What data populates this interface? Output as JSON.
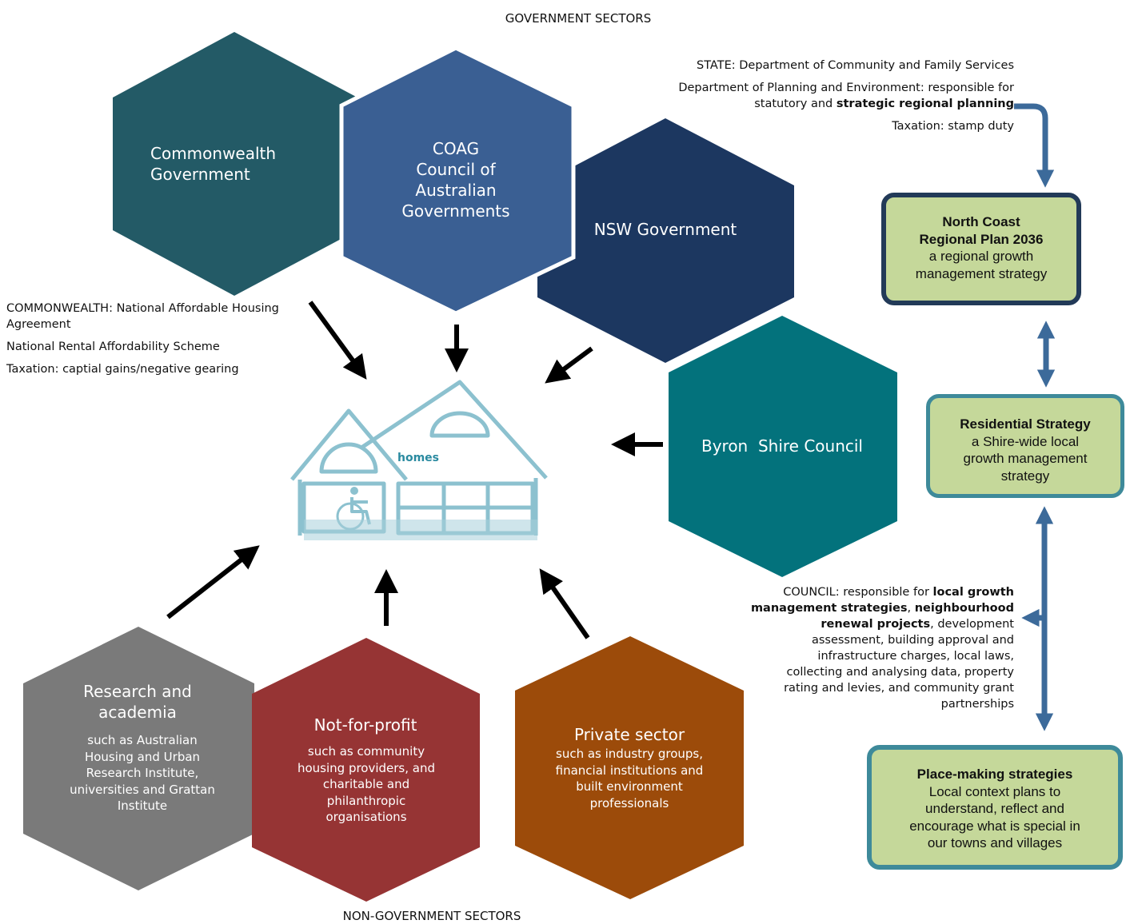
{
  "headers": {
    "government": "GOVERNMENT SECTORS",
    "non_government": "NON-GOVERNMENT SECTORS"
  },
  "hexagons": {
    "commonwealth": {
      "title": "Commonwealth\nGovernment",
      "color": "#235a66"
    },
    "coag": {
      "title": "COAG\nCouncil of\nAustralian\nGovernments",
      "color": "#3a5f93"
    },
    "nsw": {
      "title": "NSW Government",
      "color": "#1c3760"
    },
    "byron": {
      "title": "Byron  Shire Council",
      "color": "#03727c"
    },
    "research": {
      "title": "Research and\nacademia",
      "subtitle": "such as Australian\nHousing and Urban\nResearch Institute,\nuniversities and Grattan\nInstitute",
      "color": "#7a7a7a"
    },
    "nfp": {
      "title": "Not-for-profit",
      "subtitle": "such as community\nhousing providers, and\ncharitable and\nphilanthropic\norganisations",
      "color": "#963434"
    },
    "private": {
      "title": "Private sector",
      "subtitle": "such as industry groups,\nfinancial institutions and\nbuilt environment\nprofessionals",
      "color": "#9c4b0a"
    }
  },
  "home": {
    "label": "homes",
    "icon": "house-wheelchair-icon"
  },
  "commonwealth_notes": {
    "line1": "COMMONWEALTH: National Affordable Housing\nAgreement",
    "line2": "National Rental Affordability Scheme",
    "line3": "Taxation: captial gains/negative gearing"
  },
  "state_notes": {
    "line1": "STATE: Department of Community and Family Services",
    "line2a": "Department of Planning and Environment: responsible for\nstatutory and ",
    "line2b": "strategic regional planning",
    "line3": "Taxation: stamp duty"
  },
  "council_notes": {
    "p1": "COUNCIL: responsible for ",
    "b1": "local growth\nmanagement strategies",
    "p2": ", ",
    "b2": "neighbourhood\nrenewal projects",
    "p3": ", development\nassessment, building approval and\ninfrastructure charges, local laws,\ncollecting and analysing data, property\nrating and levies, and community grant\npartnerships"
  },
  "boxes": {
    "regional": {
      "title": "North Coast\nRegional Plan 2036",
      "body": "a regional growth\nmanagement strategy",
      "border": "#223a58"
    },
    "residential": {
      "title": "Residential Strategy",
      "body": "a Shire-wide local\ngrowth management\nstrategy",
      "border": "#3e8a9a"
    },
    "placemaking": {
      "title": "Place-making strategies",
      "body": "Local context plans to\nunderstand, reflect and\nencourage what is special in\nour towns and villages",
      "border": "#3e8a9a"
    }
  },
  "colors": {
    "box_fill": "#c5d89a",
    "connector": "#3c6a9a",
    "house_stroke": "#8cc1cf"
  }
}
